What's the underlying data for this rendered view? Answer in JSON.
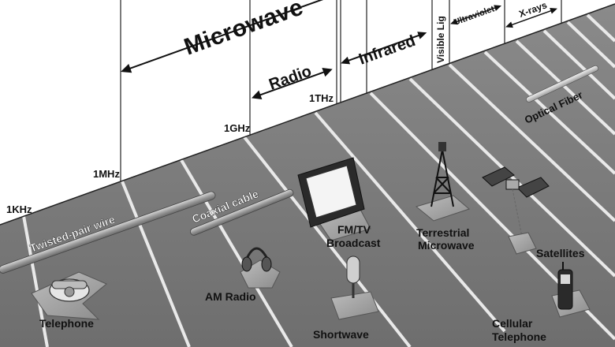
{
  "bands": {
    "microwave": "Microwave",
    "radio": "Radio",
    "infrared": "Infrared",
    "visible": "Visible Lig",
    "ultraviolet": "Ultraviolet",
    "xrays": "X-rays"
  },
  "frequencies": {
    "khz": "1KHz",
    "mhz": "1MHz",
    "ghz": "1GHz",
    "thz": "1THz"
  },
  "media": {
    "twisted_pair": "Twisted-pair wire",
    "coaxial": "Coaxial cable",
    "optical_fiber": "Optical Fiber"
  },
  "applications": {
    "telephone": "Telephone",
    "am_radio": "AM Radio",
    "fm_tv_line1": "FM/TV",
    "fm_tv_line2": "Broadcast",
    "shortwave": "Shortwave",
    "terrestrial_line1": "Terrestrial",
    "terrestrial_line2": "Microwave",
    "satellites": "Satellites",
    "cellular_line1": "Cellular",
    "cellular_line2": "Telephone"
  }
}
